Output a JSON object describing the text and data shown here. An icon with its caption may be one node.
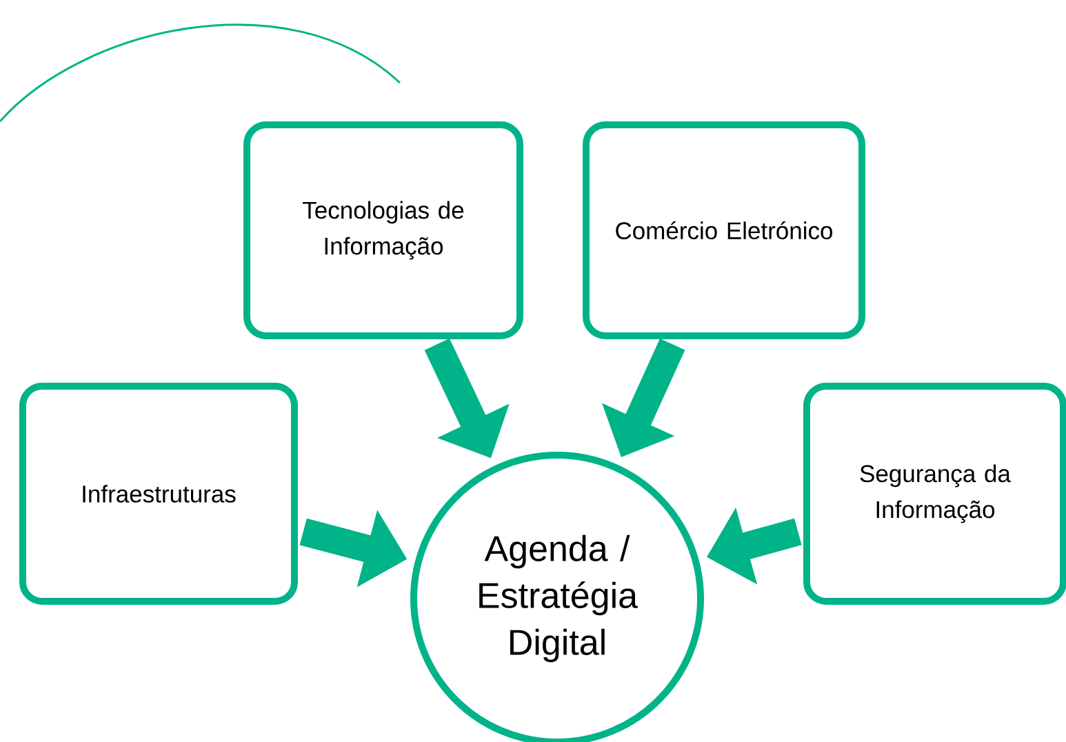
{
  "diagram": {
    "nodes": [
      {
        "text": [
          "Tecnologias de Informação"
        ]
      },
      {
        "text": [
          "Comércio Eletrónico"
        ]
      },
      {
        "text": [
          "Infraestruturas"
        ]
      },
      {
        "text": [
          "Segurança da Informação"
        ]
      },
      {
        "text": [
          "Agenda / Estratégia Digital"
        ]
      }
    ],
    "edges": [
      {
        "from": 0,
        "to": 4,
        "arrow": "to"
      },
      {
        "from": 1,
        "to": 4,
        "arrow": "to"
      },
      {
        "from": 2,
        "to": 4,
        "arrow": "to"
      },
      {
        "from": 3,
        "to": 4,
        "arrow": "to"
      }
    ]
  }
}
